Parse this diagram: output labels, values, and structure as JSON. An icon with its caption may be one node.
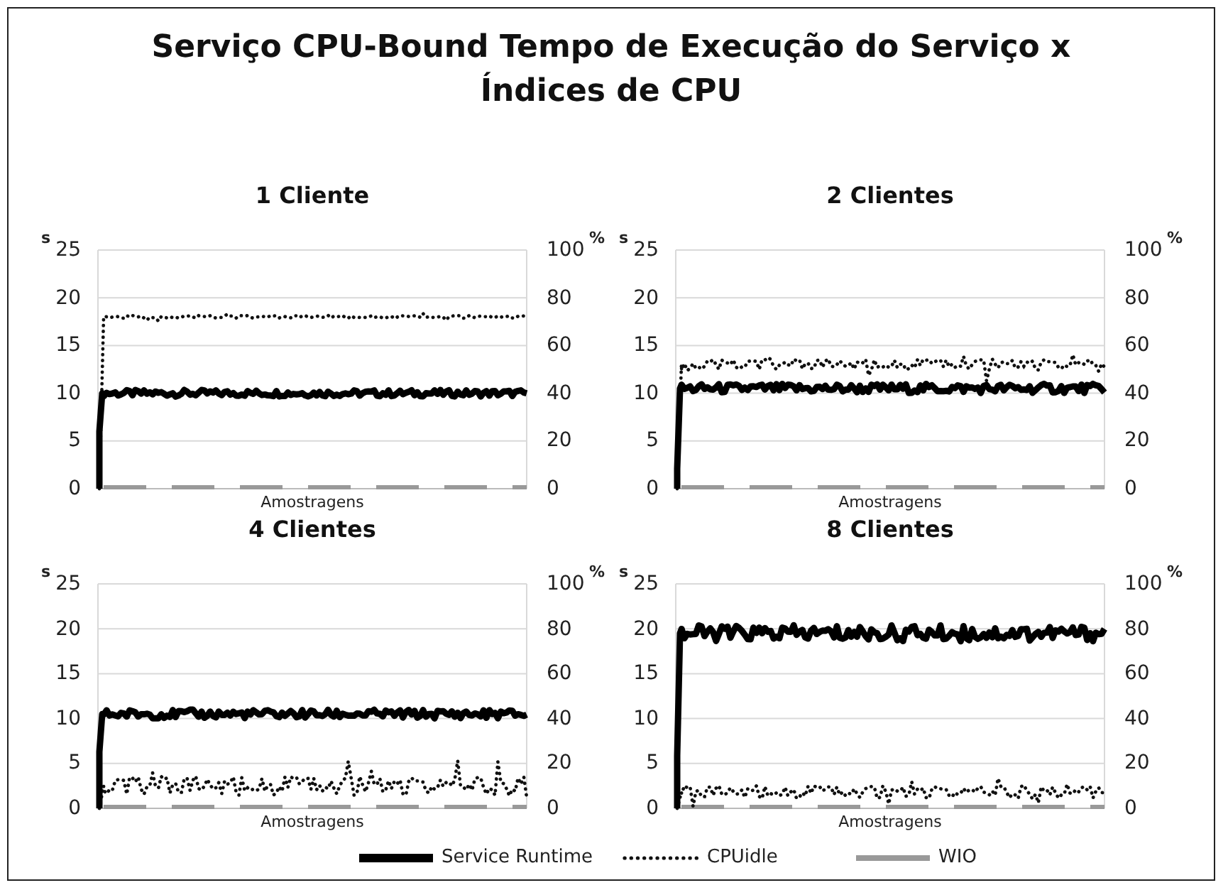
{
  "diagram": {
    "title": "Serviço CPU-Bound Tempo de Execução do Serviço x Índices de CPU",
    "labels": [
      "1 Cliente",
      "s",
      "25",
      "20",
      "15",
      "10",
      "5",
      "0",
      "100",
      "80",
      "60",
      "40",
      "20",
      "0",
      "%",
      "Amostragens",
      "2 Clientes",
      "s",
      "25",
      "20",
      "15",
      "10",
      "5",
      "0",
      "100",
      "80",
      "60",
      "40",
      "20",
      "0",
      "%",
      "Amostragens",
      "4 Clientes",
      "s",
      "25",
      "20",
      "15",
      "10",
      "5",
      "0",
      "100",
      "80",
      "60",
      "40",
      "20",
      "0",
      "%",
      "Amostragens",
      "8 Clientes",
      "s",
      "25",
      "20",
      "15",
      "10",
      "5",
      "0",
      "100",
      "80",
      "60",
      "40",
      "20",
      "0",
      "%",
      "Amostragens"
    ],
    "legend": [
      {
        "text": "Service Runtime"
      },
      {
        "text": "CPUidle"
      },
      {
        "text": "WIO"
      }
    ]
  }
}
